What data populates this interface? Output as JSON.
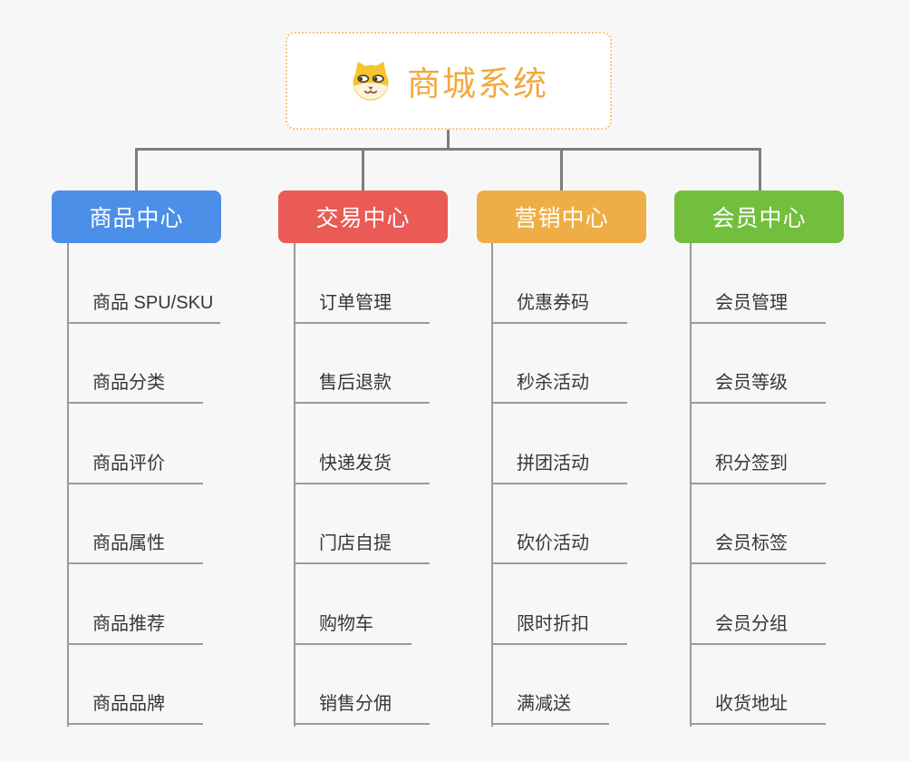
{
  "root": {
    "title": "商城系统",
    "icon": "shiba-dog-icon"
  },
  "branches": [
    {
      "label": "商品中心",
      "color": "#4B8FE8",
      "items": [
        "商品 SPU/SKU",
        "商品分类",
        "商品评价",
        "商品属性",
        "商品推荐",
        "商品品牌"
      ]
    },
    {
      "label": "交易中心",
      "color": "#EA5B56",
      "items": [
        "订单管理",
        "售后退款",
        "快递发货",
        "门店自提",
        "购物车",
        "销售分佣"
      ]
    },
    {
      "label": "营销中心",
      "color": "#EFAE45",
      "items": [
        "优惠券码",
        "秒杀活动",
        "拼团活动",
        "砍价活动",
        "限时折扣",
        "满减送"
      ]
    },
    {
      "label": "会员中心",
      "color": "#72BF3E",
      "items": [
        "会员管理",
        "会员等级",
        "积分签到",
        "会员标签",
        "会员分组",
        "收货地址"
      ]
    }
  ],
  "colors": {
    "background": "#F7F7F7",
    "root_text": "#F2A93D",
    "root_border": "#F6C87E",
    "connector": "#7D7D7D",
    "underline": "#9A9A9A",
    "topic_text": "#33373D"
  }
}
